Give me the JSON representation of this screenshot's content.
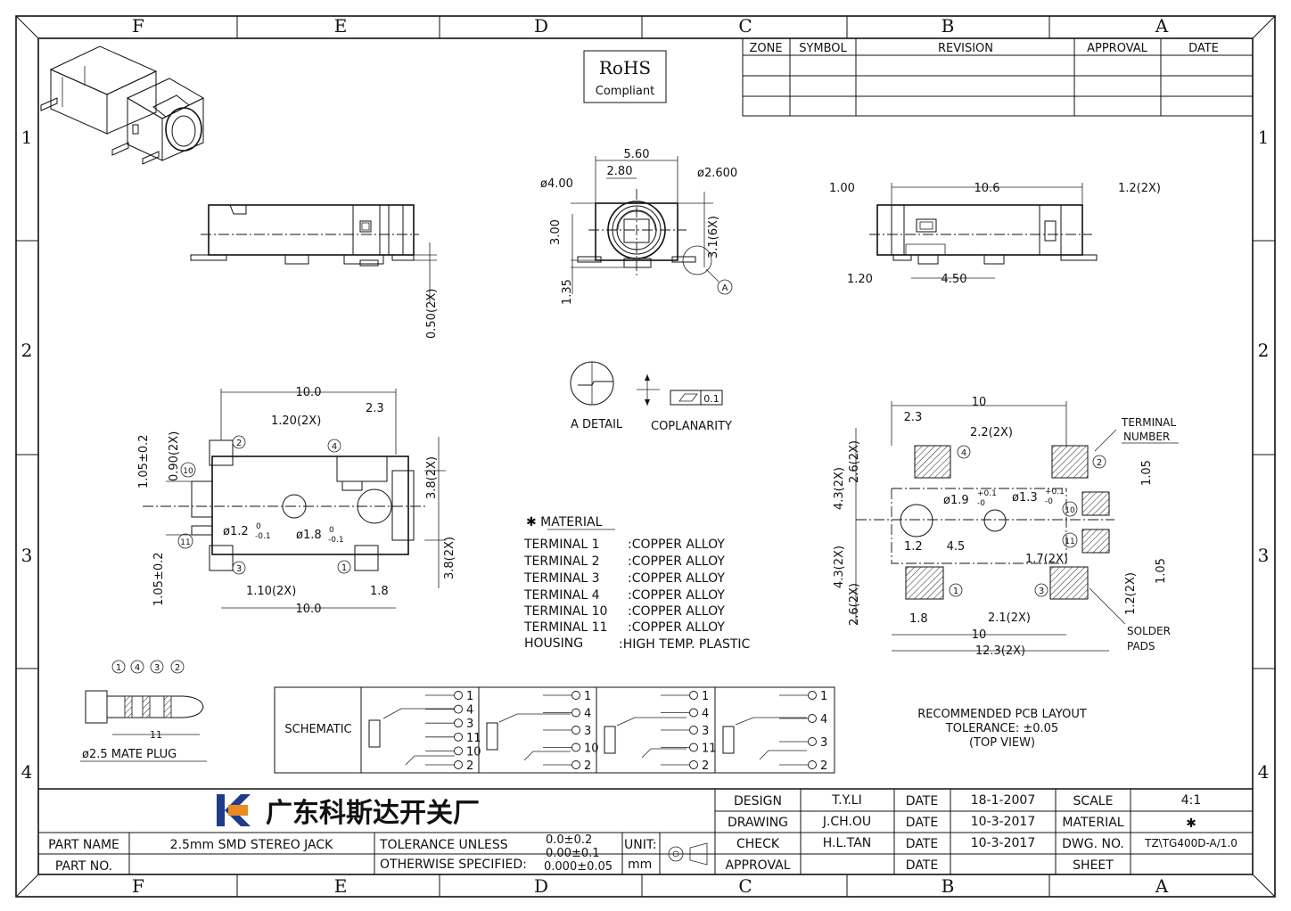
{
  "zones": {
    "columns": [
      "F",
      "E",
      "D",
      "C",
      "B",
      "A"
    ],
    "rows": [
      "1",
      "2",
      "3",
      "4"
    ]
  },
  "rohs": {
    "line1": "RoHS",
    "line2": "Compliant"
  },
  "revision_table": {
    "headers": [
      "ZONE",
      "SYMBOL",
      "REVISION",
      "APPROVAL",
      "DATE"
    ]
  },
  "dims": {
    "front_width": "5.60",
    "front_half": "2.80",
    "front_d4": "ø4.00",
    "front_d26": "ø2.600",
    "front_h300": "3.00",
    "front_h31": "3.1(6X)",
    "front_h135": "1.35",
    "detail_a": "A",
    "side_left_050": "0.50(2X)",
    "right_100": "1.00",
    "right_106": "10.6",
    "right_12": "1.2(2X)",
    "right_120": "1.20",
    "right_450": "4.50",
    "top_100": "10.0",
    "top_120": "1.20(2X)",
    "top_23": "2.3",
    "top_105a": "1.05±0.2",
    "top_090": "0.90(2X)",
    "top_38a": "3.8(2X)",
    "top_38b": "3.8(2X)",
    "top_d12": "ø1.2",
    "top_d12_tol_up": "0",
    "top_d12_tol_dn": "-0.1",
    "top_d18": "ø1.8",
    "top_d18_tol_up": "0",
    "top_d18_tol_dn": "-0.1",
    "top_105b": "1.05±0.2",
    "top_110": "1.10(2X)",
    "top_18": "1.8",
    "top_100b": "10.0",
    "pcb_10": "10",
    "pcb_23": "2.3",
    "pcb_22": "2.2(2X)",
    "pcb_26a": "2.6(2X)",
    "pcb_43a": "4.3(2X)",
    "pcb_43b": "4.3(2X)",
    "pcb_26b": "2.6(2X)",
    "pcb_d19": "ø1.9",
    "pcb_d19_tol_up": "+0.1",
    "pcb_d19_tol_dn": "-0",
    "pcb_d13": "ø1.3",
    "pcb_d13_tol_up": "+0.1",
    "pcb_d13_tol_dn": "-0",
    "pcb_12": "1.2",
    "pcb_45": "4.5",
    "pcb_17": "1.7(2X)",
    "pcb_105a": "1.05",
    "pcb_105b": "1.05",
    "pcb_12b": "1.2(2X)",
    "pcb_18": "1.8",
    "pcb_21": "2.1(2X)",
    "pcb_10b": "10",
    "pcb_123": "12.3(2X)",
    "plug_11": "11"
  },
  "terminals": [
    "1",
    "2",
    "3",
    "4",
    "10",
    "11"
  ],
  "labels": {
    "a_detail": "A DETAIL",
    "coplanarity": "COPLANARITY",
    "coplanarity_val": "0.1",
    "terminal_number_1": "TERMINAL",
    "terminal_number_2": "NUMBER",
    "solder_pads_1": "SOLDER",
    "solder_pads_2": "PADS",
    "mate_plug": "ø2.5 MATE PLUG",
    "schematic": "SCHEMATIC",
    "pcb_layout_1": "RECOMMENDED PCB LAYOUT",
    "pcb_layout_2": "TOLERANCE: ±0.05",
    "pcb_layout_3": "(TOP VIEW)"
  },
  "material": {
    "title": "✱ MATERIAL",
    "rows": [
      {
        "part": "TERMINAL 1",
        "value": ":COPPER ALLOY"
      },
      {
        "part": "TERMINAL 2",
        "value": ":COPPER ALLOY"
      },
      {
        "part": "TERMINAL 3",
        "value": ":COPPER ALLOY"
      },
      {
        "part": "TERMINAL 4",
        "value": ":COPPER ALLOY"
      },
      {
        "part": "TERMINAL 10",
        "value": ":COPPER ALLOY"
      },
      {
        "part": "TERMINAL 11",
        "value": ":COPPER ALLOY"
      },
      {
        "part": "HOUSING",
        "value": ":HIGH TEMP. PLASTIC"
      }
    ]
  },
  "plug_markers": [
    "1",
    "4",
    "3",
    "2"
  ],
  "schematic_pins": [
    [
      "1",
      "4",
      "3",
      "11",
      "10",
      "2"
    ],
    [
      "1",
      "4",
      "3",
      "10",
      "2"
    ],
    [
      "1",
      "4",
      "3",
      "11",
      "2"
    ],
    [
      "1",
      "4",
      "3",
      "2"
    ]
  ],
  "title_block": {
    "company": "广东科斯达开关厂",
    "part_name_label": "PART NAME",
    "part_name": "2.5mm SMD STEREO JACK",
    "part_no_label": "PART NO.",
    "tol_1": "TOLERANCE UNLESS",
    "tol_2": "OTHERWISE SPECIFIED:",
    "tol_v1": "0.0±0.2",
    "tol_v2": "0.00±0.1",
    "tol_v3": "0.000±0.05",
    "unit_label": "UNIT:",
    "unit": "mm",
    "design_label": "DESIGN",
    "design": "T.Y.LI",
    "drawing_label": "DRAWING",
    "drawing": "J.CH.OU",
    "check_label": "CHECK",
    "check": "H.L.TAN",
    "approval_label": "APPROVAL",
    "date_label": "DATE",
    "date_design": "18-1-2007",
    "date_drawing": "10-3-2017",
    "date_check": "10-3-2017",
    "scale_label": "SCALE",
    "scale": "4:1",
    "material_label": "MATERIAL",
    "material": "✱",
    "dwg_label": "DWG. NO.",
    "dwg": "TZ\\TG400D-A/1.0",
    "sheet_label": "SHEET"
  }
}
